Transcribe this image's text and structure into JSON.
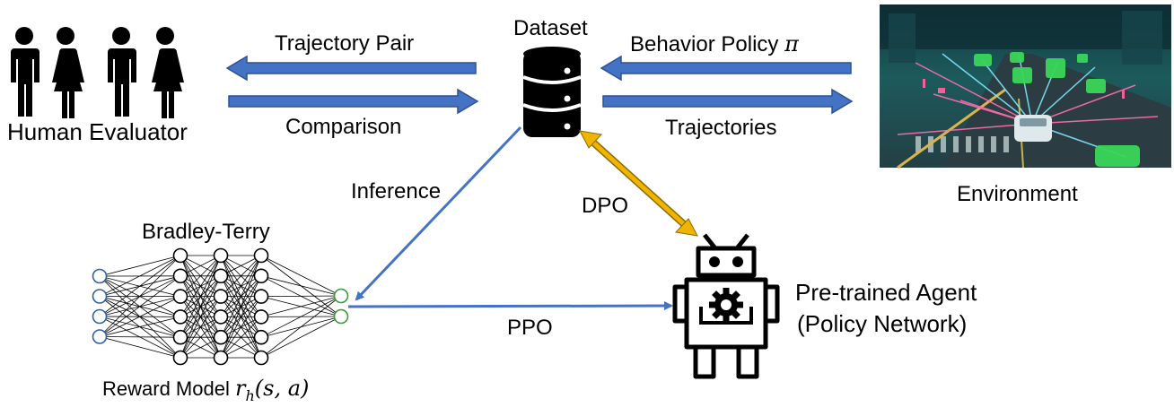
{
  "labels": {
    "human_evaluator": "Human Evaluator",
    "trajectory_pair": "Trajectory Pair",
    "comparison": "Comparison",
    "dataset": "Dataset",
    "behavior_policy": "Behavior Policy",
    "behavior_policy_symbol": "π",
    "trajectories": "Trajectories",
    "environment": "Environment",
    "inference": "Inference",
    "dpo": "DPO",
    "ppo": "PPO",
    "bradley_terry": "Bradley-Terry",
    "reward_model": "Reward Model",
    "reward_model_symbol": "r",
    "reward_model_subscript": "h",
    "reward_model_args": "(s, a)",
    "agent_line1": "Pre-trained Agent",
    "agent_line2": "(Policy Network)"
  },
  "icons": {
    "people": "people-icon",
    "database": "database-icon",
    "robot": "robot-icon",
    "gear": "gear-icon",
    "environment": "driving-scene-image",
    "network": "neural-network-diagram"
  },
  "colors": {
    "arrow_blue": "#4472c4",
    "arrow_outline": "#2f528f",
    "dpo_arrow": "#f0b400",
    "node_blue": "#2e5fa8",
    "node_green": "#3a9a3a"
  },
  "network": {
    "layers": [
      4,
      6,
      6,
      6,
      2
    ]
  }
}
